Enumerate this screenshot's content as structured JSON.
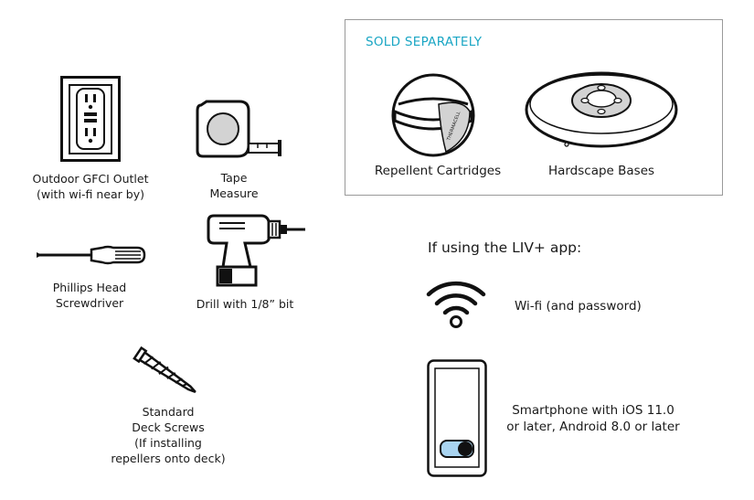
{
  "items": {
    "outlet": "Outdoor GFCI Outlet\n(with wi-fi near by)",
    "tape": "Tape\nMeasure",
    "screwdriver": "Phillips Head\nScrewdriver",
    "drill": "Drill with 1/8” bit",
    "screws": "Standard\nDeck Screws\n(If installing\nrepellers onto deck)"
  },
  "sold_separately": {
    "title": "SOLD SEPARATELY",
    "cartridges": "Repellent Cartridges",
    "bases": "Hardscape Bases",
    "cartridge_brand": "THERMACELL"
  },
  "app": {
    "heading": "If using the LIV+ app:",
    "wifi": "Wi-fi (and password)",
    "phone": "Smartphone with iOS 11.0\nor later, Android 8.0 or later"
  },
  "colors": {
    "accent": "#1aa6c4",
    "toggle_on": "#a9d4f0"
  }
}
